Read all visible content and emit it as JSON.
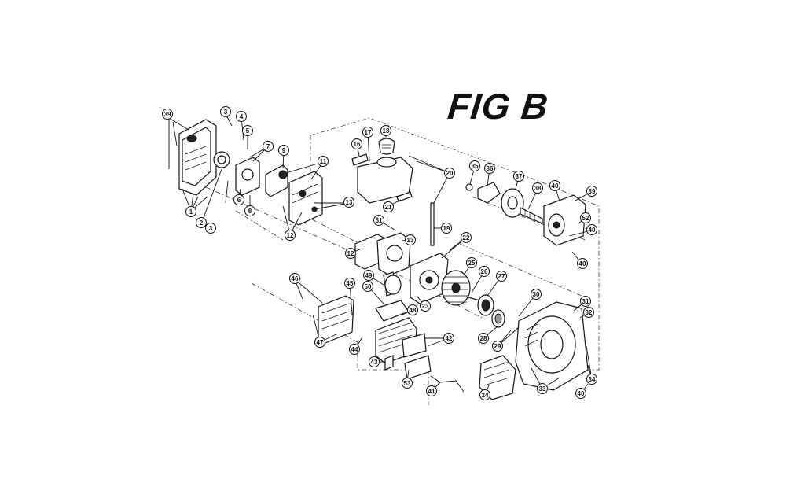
{
  "figure": {
    "title": "FIG B"
  },
  "callouts": [
    {
      "label": "39"
    },
    {
      "label": "3"
    },
    {
      "label": "4"
    },
    {
      "label": "5"
    },
    {
      "label": "7"
    },
    {
      "label": "9"
    },
    {
      "label": "11"
    },
    {
      "label": "6"
    },
    {
      "label": "8"
    },
    {
      "label": "1"
    },
    {
      "label": "2"
    },
    {
      "label": "3"
    },
    {
      "label": "13"
    },
    {
      "label": "12"
    },
    {
      "label": "17"
    },
    {
      "label": "18"
    },
    {
      "label": "16"
    },
    {
      "label": "20"
    },
    {
      "label": "21"
    },
    {
      "label": "51"
    },
    {
      "label": "19"
    },
    {
      "label": "12"
    },
    {
      "label": "13"
    },
    {
      "label": "22"
    },
    {
      "label": "25"
    },
    {
      "label": "26"
    },
    {
      "label": "27"
    },
    {
      "label": "35"
    },
    {
      "label": "36"
    },
    {
      "label": "37"
    },
    {
      "label": "38"
    },
    {
      "label": "40"
    },
    {
      "label": "39"
    },
    {
      "label": "52"
    },
    {
      "label": "40"
    },
    {
      "label": "40"
    },
    {
      "label": "49"
    },
    {
      "label": "46"
    },
    {
      "label": "45"
    },
    {
      "label": "50"
    },
    {
      "label": "48"
    },
    {
      "label": "23"
    },
    {
      "label": "47"
    },
    {
      "label": "44"
    },
    {
      "label": "42"
    },
    {
      "label": "43"
    },
    {
      "label": "53"
    },
    {
      "label": "41"
    },
    {
      "label": "28"
    },
    {
      "label": "29"
    },
    {
      "label": "30"
    },
    {
      "label": "31"
    },
    {
      "label": "32"
    },
    {
      "label": "24"
    },
    {
      "label": "33"
    },
    {
      "label": "40"
    },
    {
      "label": "34"
    }
  ]
}
